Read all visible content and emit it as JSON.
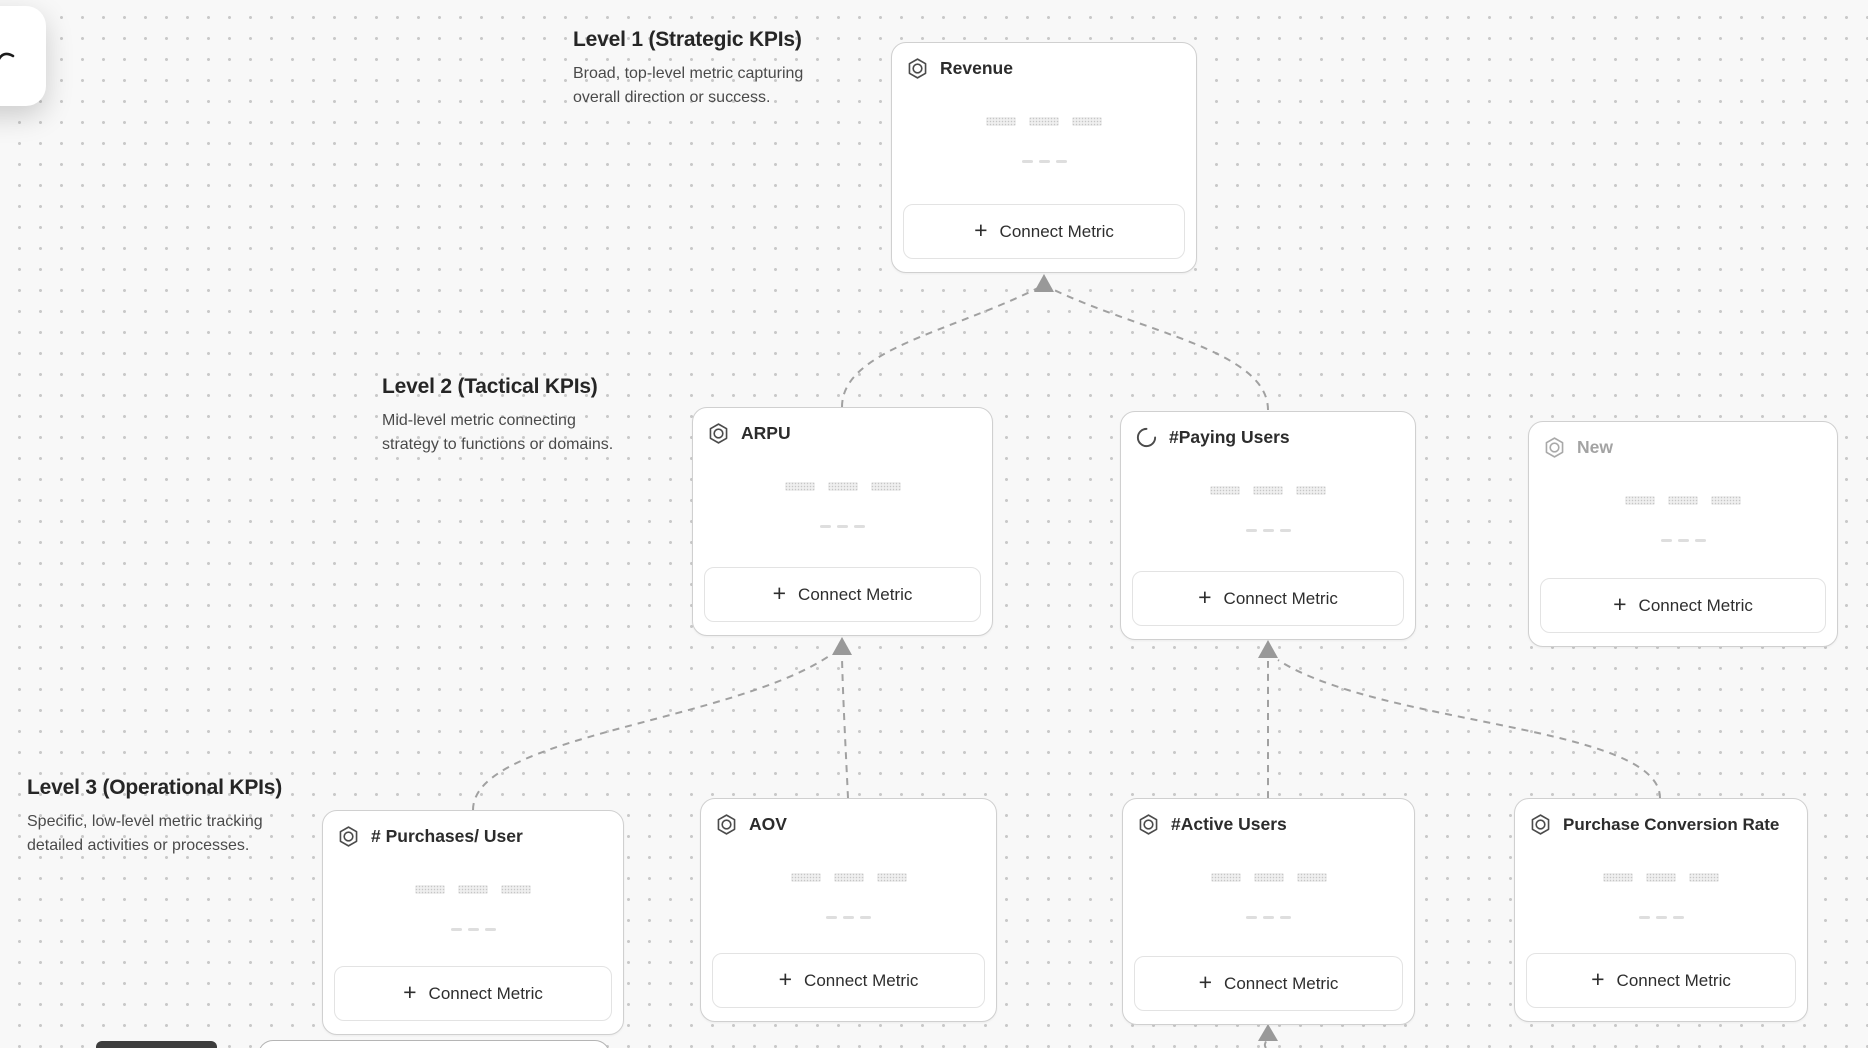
{
  "app": {
    "background_color": "#f8f8f8",
    "dot_grid_color": "#c9c9c9",
    "connector_color": "#a1a1a1",
    "card_border_color": "#d0d0d0",
    "heading_text_color": "#262626",
    "body_text_color": "#4a4a4a",
    "title_text_color": "#2c2c2c",
    "placeholder_text_color": "#a3a3a3"
  },
  "panel": {
    "icon": "cursor-stroke-icon"
  },
  "levels": [
    {
      "title": "Level 1 (Strategic KPIs)",
      "description": "Broad, top-level metric capturing\noverall direction or success."
    },
    {
      "title": "Level 2 (Tactical KPIs)",
      "description": "Mid-level metric connecting\nstrategy to functions or domains."
    },
    {
      "title": "Level 3 (Operational KPIs)",
      "description": "Specific, low-level metric tracking\ndetailed activities or processes."
    }
  ],
  "cards": [
    {
      "id": "revenue",
      "level": 1,
      "title": "Revenue",
      "icon": "hexagon-badge-icon",
      "button_label": "Connect Metric",
      "state": "default"
    },
    {
      "id": "arpu",
      "level": 2,
      "title": "ARPU",
      "icon": "hexagon-badge-icon",
      "button_label": "Connect Metric",
      "state": "default"
    },
    {
      "id": "paying-users",
      "level": 2,
      "title": "#Paying Users",
      "icon": "spinner-icon",
      "button_label": "Connect Metric",
      "state": "loading"
    },
    {
      "id": "new",
      "level": 2,
      "title": "New",
      "icon": "hexagon-badge-icon",
      "button_label": "Connect Metric",
      "state": "placeholder"
    },
    {
      "id": "purchases-per-user",
      "level": 3,
      "title": "# Purchases/ User",
      "icon": "hexagon-badge-icon",
      "button_label": "Connect Metric",
      "state": "default"
    },
    {
      "id": "aov",
      "level": 3,
      "title": "AOV",
      "icon": "hexagon-badge-icon",
      "button_label": "Connect Metric",
      "state": "default"
    },
    {
      "id": "active-users",
      "level": 3,
      "title": "#Active Users",
      "icon": "hexagon-badge-icon",
      "button_label": "Connect Metric",
      "state": "default"
    },
    {
      "id": "purchase-conversion-rate",
      "level": 3,
      "title": "Purchase Conversion Rate",
      "icon": "hexagon-badge-icon",
      "button_label": "Connect Metric",
      "state": "default"
    }
  ],
  "connections": [
    {
      "from": "ARPU",
      "to": "Revenue"
    },
    {
      "from": "#Paying Users",
      "to": "Revenue"
    },
    {
      "from": "# Purchases/ User",
      "to": "ARPU"
    },
    {
      "from": "AOV",
      "to": "ARPU"
    },
    {
      "from": "#Active Users",
      "to": "#Paying Users"
    },
    {
      "from": "Purchase Conversion Rate",
      "to": "#Paying Users"
    },
    {
      "from": "offscreen-below",
      "to": "#Active Users"
    }
  ]
}
